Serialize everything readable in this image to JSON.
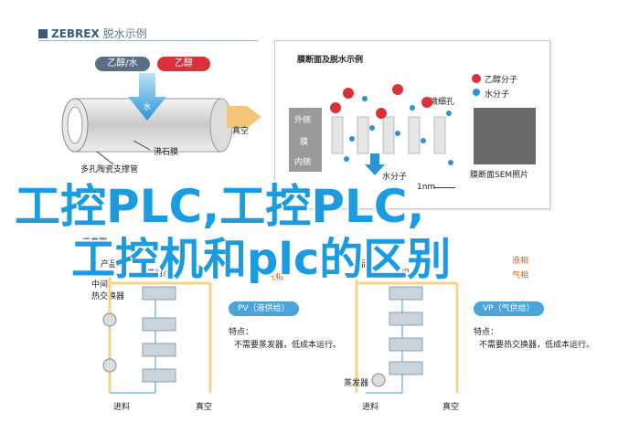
{
  "header": {
    "brand": "ZEBREX",
    "subtitle": "脱水示例"
  },
  "tags": {
    "ethanol_water": "乙醇/水",
    "ethanol": "乙醇"
  },
  "tube": {
    "water": "水",
    "vacuum": "真空",
    "zeolite": "沸石膜",
    "ceramic": "多孔陶瓷支撑管"
  },
  "panel": {
    "title": "膜断面及脱水示例",
    "legend_ethanol": "乙醇分子",
    "legend_water": "水分子",
    "micropore": "微细孔",
    "outside": "外侧",
    "membrane": "膜",
    "inside": "内侧",
    "water_molecule": "水分子",
    "scale": "1nm",
    "sem_caption": "膜断面SEM照片"
  },
  "overlay": {
    "line1": "工控PLC,工控PLC,",
    "line2": "工控机和plc的区别"
  },
  "left_process": {
    "title_partial": "示意图",
    "product": "产品",
    "membrane_module": "膜组件",
    "intermediate": "中间",
    "heat_exchanger": "热交换器",
    "feed": "进料",
    "vacuum": "真空",
    "gas_phase": "气相",
    "method": "PV（液供给）",
    "features_label": "特点：",
    "features_text": "不需要蒸发器，低成本运行。"
  },
  "right_process": {
    "product": "产品",
    "membrane_module": "膜组件",
    "evaporator": "蒸发器",
    "feed": "进料",
    "vacuum": "真空",
    "liquid_phase": "液相",
    "gas_phase": "气相",
    "method": "VP（气供给）",
    "features_label": "特点：",
    "features_text": "不需要热交换器，低成本运行。"
  },
  "colors": {
    "accent_blue": "#1b9be0",
    "red": "#d9303a",
    "orange": "#e05a10",
    "pipe": "#f4d48a"
  }
}
